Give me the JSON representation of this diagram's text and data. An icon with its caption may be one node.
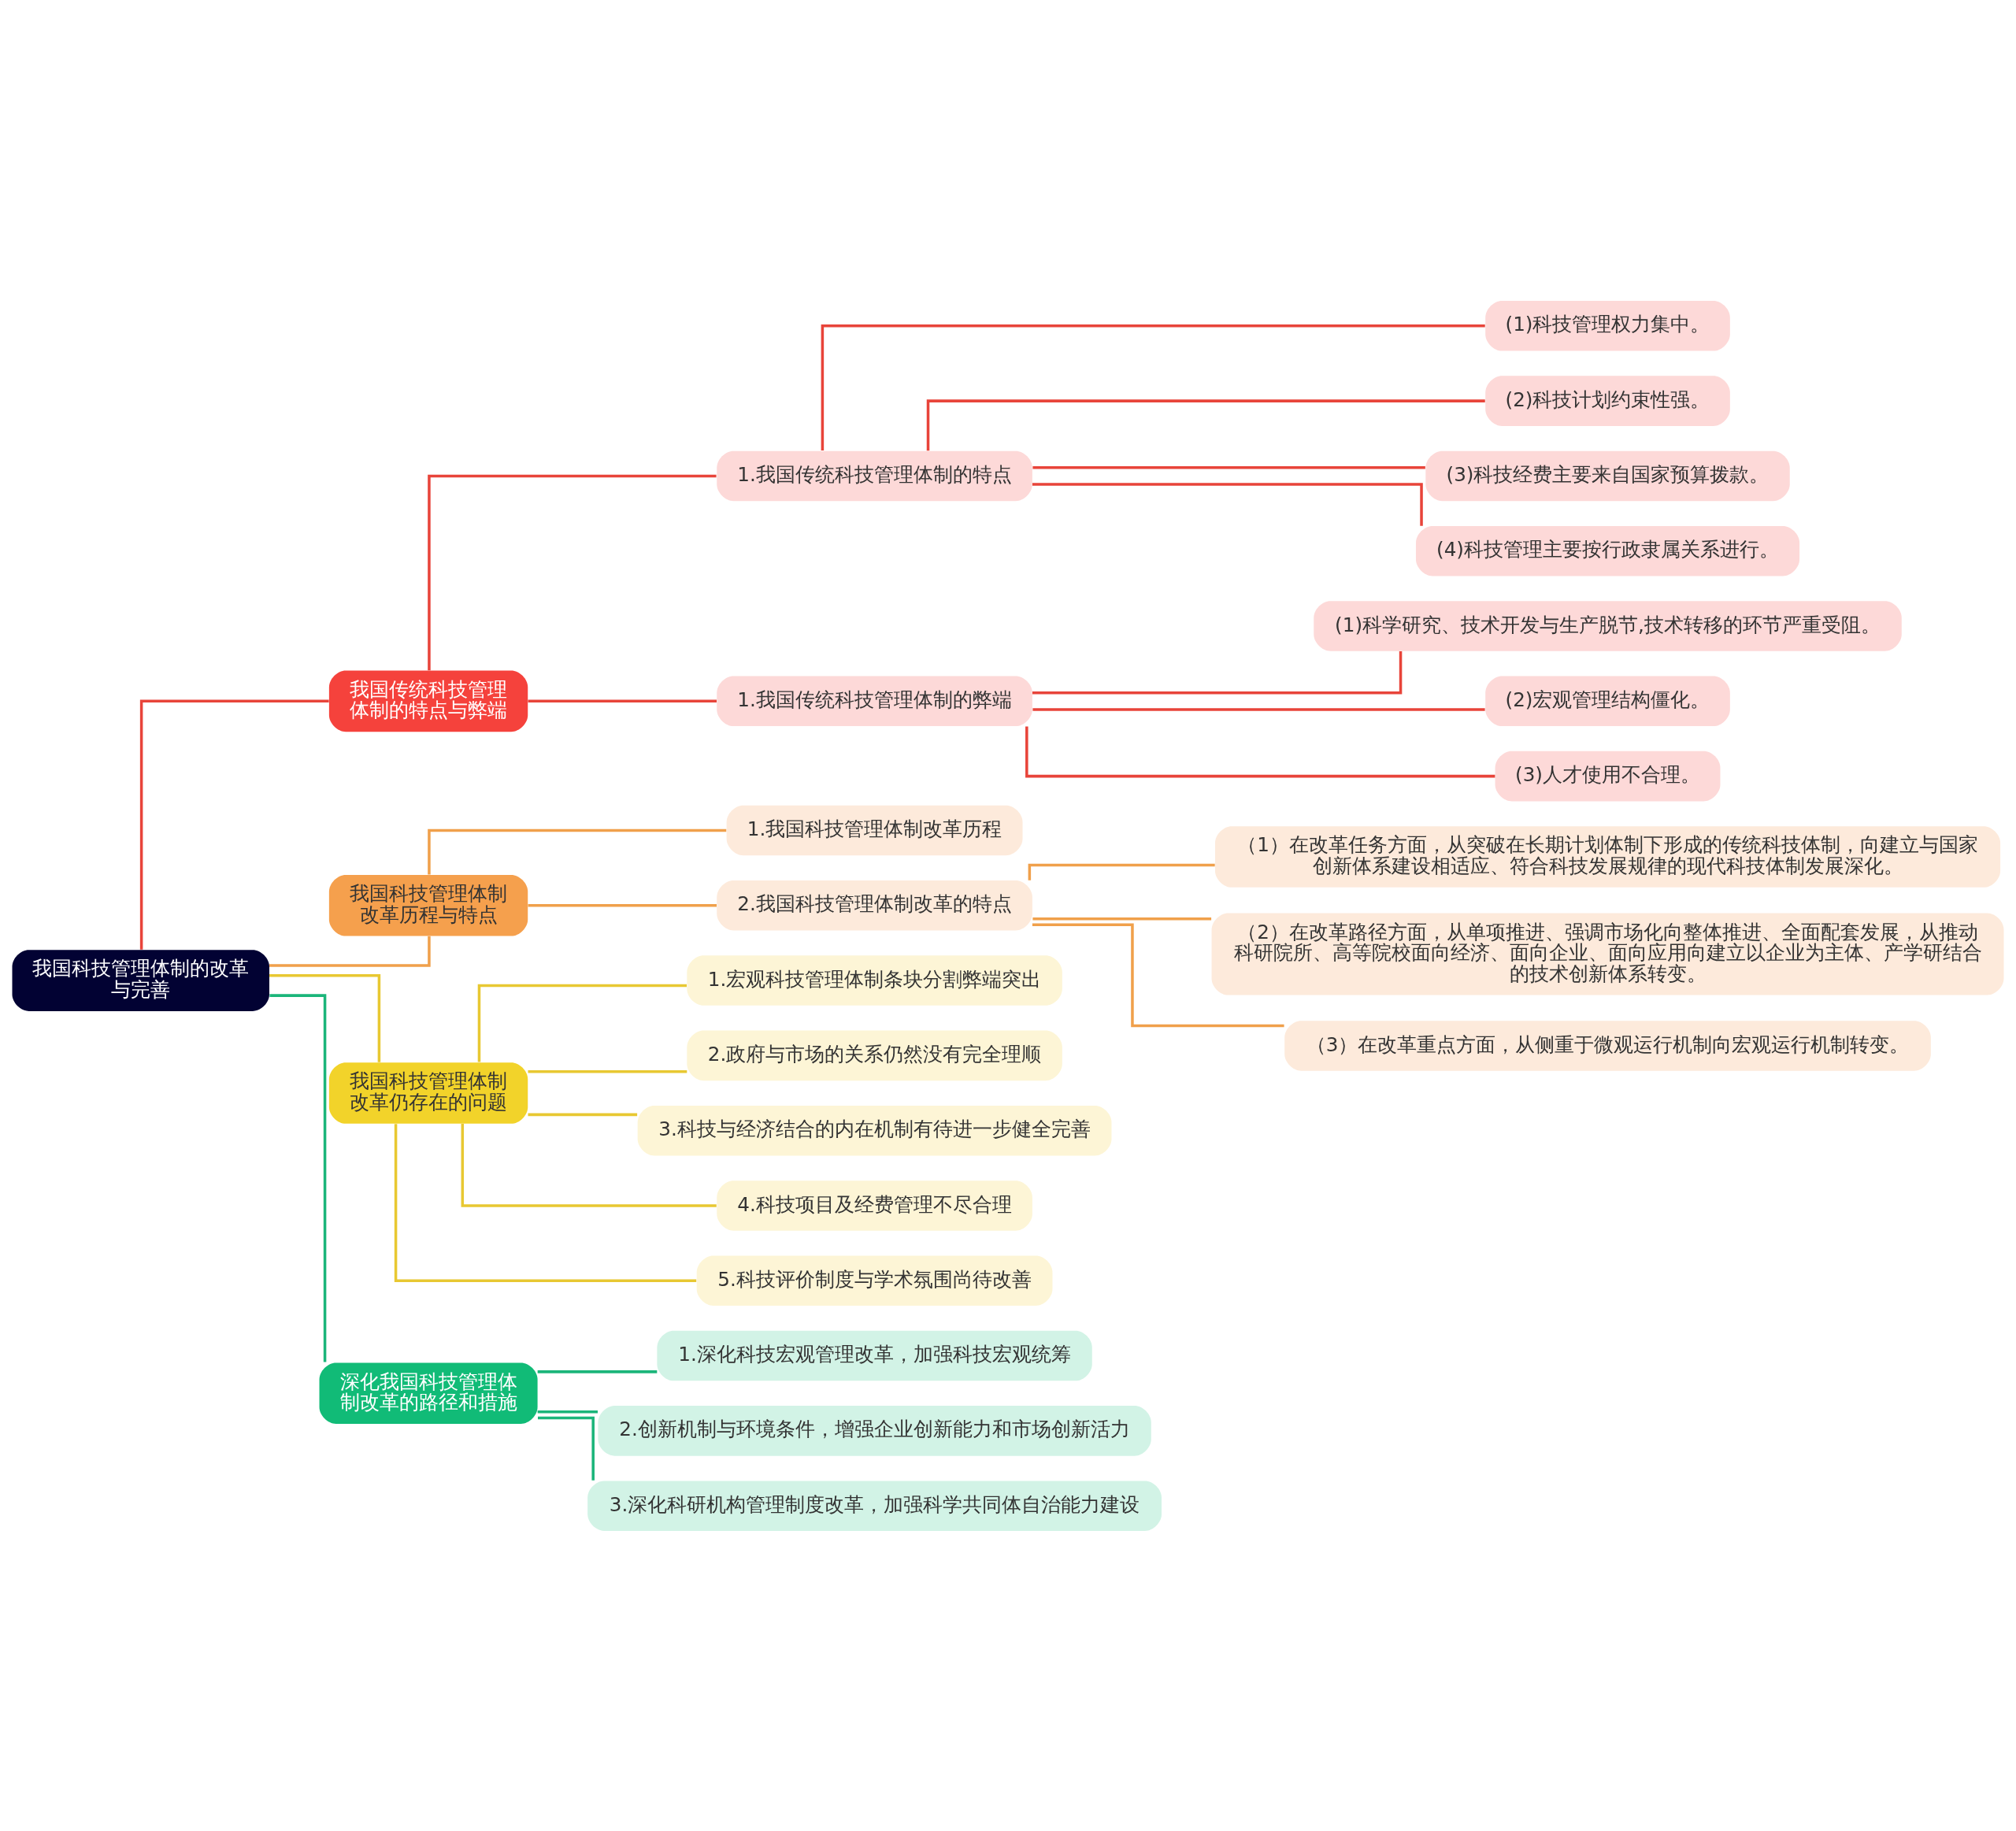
{
  "diagram": {
    "nodes": [
      {
        "text": [
          "我国科技管理体制的改革与完善"
        ]
      },
      {
        "text": [
          "我国传统科技管理体制的特点与弊端"
        ]
      },
      {
        "text": [
          "1.我国传统科技管理体制的特点"
        ]
      },
      {
        "text": [
          "(1)科技管理权力集中。"
        ]
      },
      {
        "text": [
          "(2)科技计划约束性强。"
        ]
      },
      {
        "text": [
          "(3)科技经费主要来自国家预算拨款。"
        ]
      },
      {
        "text": [
          "(4)科技管理主要按行政隶属关系进行。"
        ]
      },
      {
        "text": [
          "1.我国传统科技管理体制的弊端"
        ]
      },
      {
        "text": [
          "(1)科学研究、技术开发与生产脱节,技术转移的环节严重受阻。"
        ]
      },
      {
        "text": [
          "(2)宏观管理结构僵化。"
        ]
      },
      {
        "text": [
          "(3)人才使用不合理。"
        ]
      },
      {
        "text": [
          "我国科技管理体制改革历程与特点"
        ]
      },
      {
        "text": [
          "1.我国科技管理体制改革历程"
        ]
      },
      {
        "text": [
          "2.我国科技管理体制改革的特点"
        ]
      },
      {
        "text": [
          "（1）在改革任务方面，从突破在长期计划体制下形成的传统科技体制，向建立与国家创新体系建设相适应、符合科技发展规律的现代科技体制发展深化。"
        ]
      },
      {
        "text": [
          "（2）在改革路径方面，从单项推进、强调市场化向整体推进、全面配套发展，从推动科研院所、高等院校面向经济、面向企业、面向应用向建立以企业为主体、产学研结合的技术创新体系转变。"
        ]
      },
      {
        "text": [
          "（3）在改革重点方面，从侧重于微观运行机制向宏观运行机制转变。"
        ]
      },
      {
        "text": [
          "我国科技管理体制改革仍存在的问题"
        ]
      },
      {
        "text": [
          "1.宏观科技管理体制条块分割弊端突出"
        ]
      },
      {
        "text": [
          "2.政府与市场的关系仍然没有完全理顺"
        ]
      },
      {
        "text": [
          "3.科技与经济结合的内在机制有待进一步健全完善"
        ]
      },
      {
        "text": [
          "4.科技项目及经费管理不尽合理"
        ]
      },
      {
        "text": [
          "5.科技评价制度与学术氛围尚待改善"
        ]
      },
      {
        "text": [
          "深化我国科技管理体制改革的路径和措施"
        ]
      },
      {
        "text": [
          "1.深化科技宏观管理改革，加强科技宏观统筹"
        ]
      },
      {
        "text": [
          "2.创新机制与环境条件，增强企业创新能力和市场创新活力"
        ]
      },
      {
        "text": [
          "3.深化科研机构管理制度改革，加强科学共同体自治能力建设"
        ]
      }
    ],
    "edges": [
      {
        "from": 0,
        "to": 1,
        "arrow": "none",
        "color": "#e8443a"
      },
      {
        "from": 1,
        "to": 2,
        "arrow": "none",
        "color": "#e8443a"
      },
      {
        "from": 2,
        "to": 3,
        "arrow": "none",
        "color": "#e8443a"
      },
      {
        "from": 2,
        "to": 4,
        "arrow": "none",
        "color": "#e8443a"
      },
      {
        "from": 2,
        "to": 5,
        "arrow": "none",
        "color": "#e8443a"
      },
      {
        "from": 2,
        "to": 6,
        "arrow": "none",
        "color": "#e8443a"
      },
      {
        "from": 1,
        "to": 7,
        "arrow": "none",
        "color": "#e8443a"
      },
      {
        "from": 7,
        "to": 8,
        "arrow": "none",
        "color": "#e8443a"
      },
      {
        "from": 7,
        "to": 9,
        "arrow": "none",
        "color": "#e8443a"
      },
      {
        "from": 7,
        "to": 10,
        "arrow": "none",
        "color": "#e8443a"
      },
      {
        "from": 0,
        "to": 11,
        "arrow": "none",
        "color": "#f0a04b"
      },
      {
        "from": 11,
        "to": 12,
        "arrow": "none",
        "color": "#f0a04b"
      },
      {
        "from": 11,
        "to": 13,
        "arrow": "none",
        "color": "#f0a04b"
      },
      {
        "from": 13,
        "to": 14,
        "arrow": "none",
        "color": "#f0a04b"
      },
      {
        "from": 13,
        "to": 15,
        "arrow": "none",
        "color": "#f0a04b"
      },
      {
        "from": 13,
        "to": 16,
        "arrow": "none",
        "color": "#f0a04b"
      },
      {
        "from": 0,
        "to": 17,
        "arrow": "none",
        "color": "#e8c832"
      },
      {
        "from": 17,
        "to": 18,
        "arrow": "none",
        "color": "#e8c832"
      },
      {
        "from": 17,
        "to": 19,
        "arrow": "none",
        "color": "#e8c832"
      },
      {
        "from": 17,
        "to": 20,
        "arrow": "none",
        "color": "#e8c832"
      },
      {
        "from": 17,
        "to": 21,
        "arrow": "none",
        "color": "#e8c832"
      },
      {
        "from": 17,
        "to": 22,
        "arrow": "none",
        "color": "#e8c832"
      },
      {
        "from": 0,
        "to": 23,
        "arrow": "none",
        "color": "#1bb57a"
      },
      {
        "from": 23,
        "to": 24,
        "arrow": "none",
        "color": "#1bb57a"
      },
      {
        "from": 23,
        "to": 25,
        "arrow": "none",
        "color": "#1bb57a"
      },
      {
        "from": 23,
        "to": 26,
        "arrow": "none",
        "color": "#1bb57a"
      }
    ]
  }
}
